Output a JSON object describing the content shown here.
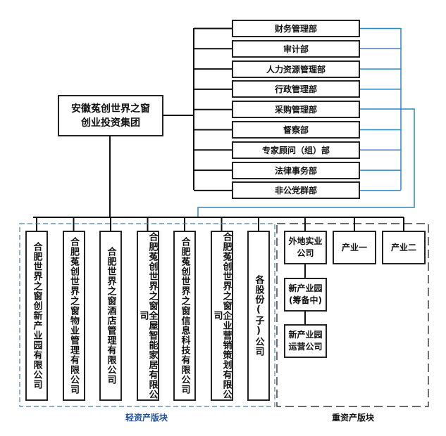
{
  "root": {
    "line1": "安徽菟创世界之窗",
    "line2": "创业投资集团"
  },
  "departments": [
    "财务管理部",
    "审计部",
    "人力资源管理部",
    "行政管理部",
    "采购管理部",
    "督察部",
    "专家顾问（组）部",
    "法律事务部",
    "非公党群部"
  ],
  "light_assets": {
    "label": "轻资产版块",
    "companies": [
      "合肥世界之窗创新产业园有限公司",
      "合肥菟创世界之窗物业管理有限公司",
      "合肥世界之窗酒店管理有限公司",
      "合肥菟创世界之窗全屋智能家居有限公司",
      "合肥菟创世界之窗信息科技有限公司",
      "合肥菟创世界之窗企业营销策划有限公司",
      "各股份(子)公司"
    ]
  },
  "heavy_assets": {
    "label": "重资产版块",
    "branch_chain": [
      {
        "line1": "外地实业",
        "line2": "公司"
      },
      {
        "line1": "新产业园",
        "line2": "(筹备中)"
      },
      {
        "line1": "新产业园",
        "line2": "运营公司"
      }
    ],
    "industries": [
      "产业一",
      "产业二"
    ]
  },
  "colors": {
    "line": "#111111",
    "accent_line": "#2e86b8",
    "light_group_border": "#4a7fa0",
    "light_label": "#1f4e9a"
  }
}
